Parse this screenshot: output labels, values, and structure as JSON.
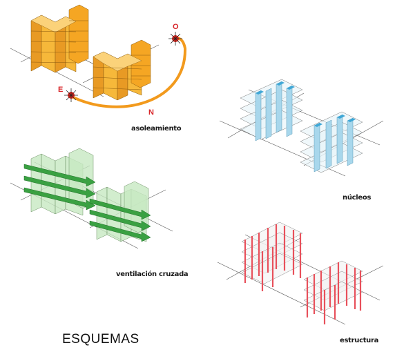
{
  "sheet_title": "ESQUEMAS",
  "panels": {
    "asoleamiento": {
      "caption": "asoleamiento",
      "compass": {
        "east": "E",
        "north": "N",
        "west": "O"
      }
    },
    "nucleos": {
      "caption": "núcleos"
    },
    "ventilacion": {
      "caption": "ventilación cruzada"
    },
    "estructura": {
      "caption": "estructura"
    }
  },
  "colors": {
    "sun_orange": "#f5a623",
    "sun_path": "#f29a1d",
    "sun_red": "#e2231a",
    "core_blue": "#9fd3ea",
    "vent_green": "#7cc576",
    "column_red": "#e8505b",
    "line_gray": "#555555"
  }
}
